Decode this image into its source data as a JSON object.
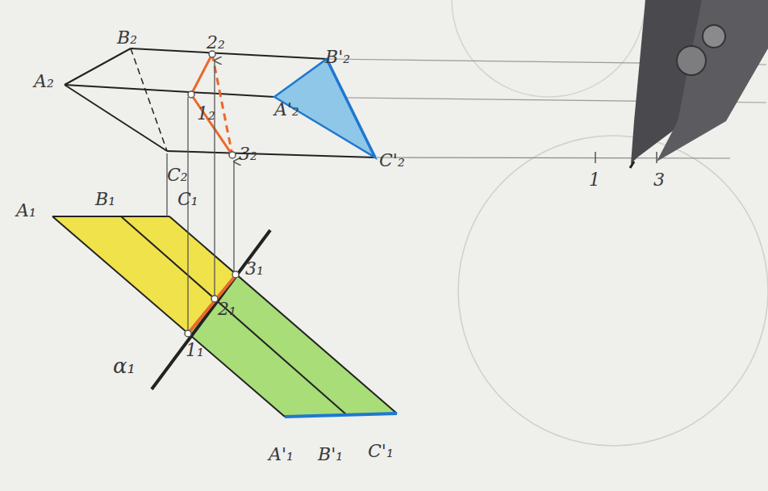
{
  "diagram": {
    "labels": [
      "B₂",
      "A₂",
      "2₂",
      "B'₂",
      "1₂",
      "A'₂",
      "3₂",
      "C₂",
      "C'₂",
      "A₁",
      "B₁",
      "C₁",
      "3₁",
      "2₁",
      "1₁",
      "α₁",
      "A'₁",
      "B'₁",
      "C'₁",
      "1",
      "3"
    ]
  }
}
